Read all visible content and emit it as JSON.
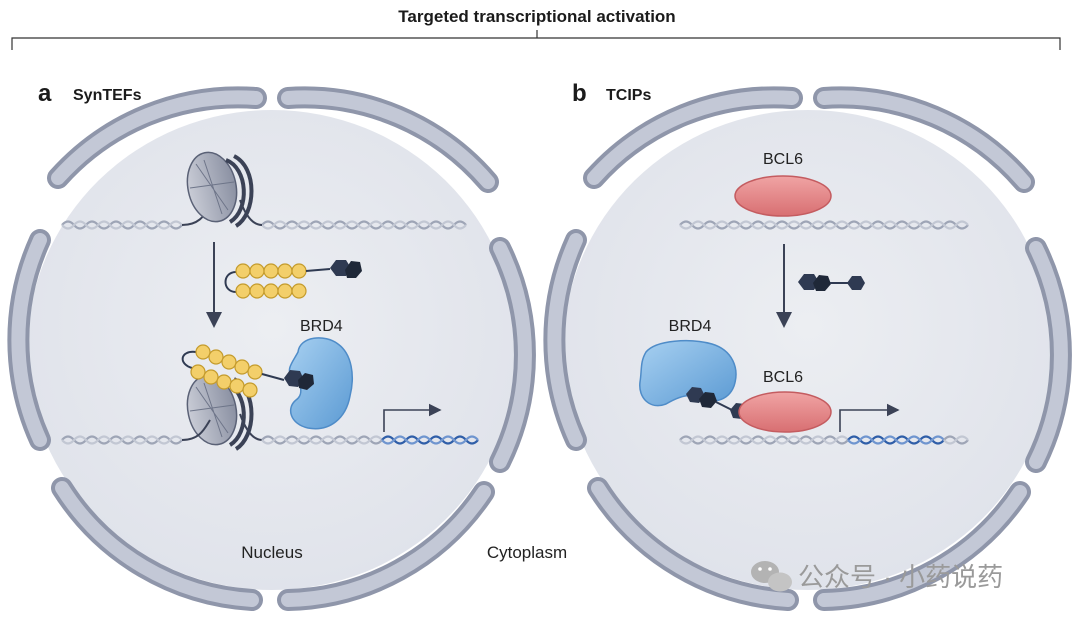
{
  "title": "Targeted transcriptional activation",
  "panels": [
    {
      "letter": "a",
      "name": "SynTEFs",
      "labels": {
        "brd4": "BRD4"
      }
    },
    {
      "letter": "b",
      "name": "TCIPs",
      "labels": {
        "bcl6_top": "BCL6",
        "brd4": "BRD4",
        "bcl6_bottom": "BCL6"
      }
    }
  ],
  "regions": {
    "nucleus": "Nucleus",
    "cytoplasm": "Cytoplasm"
  },
  "watermark": "公众号 · 小药说药",
  "colors": {
    "nuclear_envelope": "#aeb4c6",
    "nucleus_fill": "#e4e6ec",
    "dna_strand": "#a7adbc",
    "dna_active": "#3a62a8",
    "bead": "#f3cf6a",
    "ligand": "#2f3a52",
    "brd4": "#7fb4e3",
    "bcl6": "#e58a8a",
    "arrow": "#3b4256"
  }
}
